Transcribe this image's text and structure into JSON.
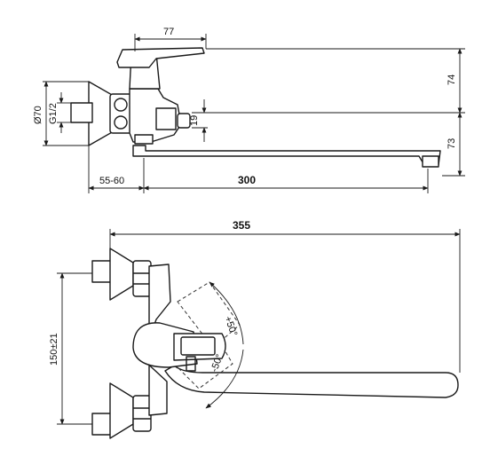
{
  "dimensions": {
    "top_width": "77",
    "height_upper": "74",
    "height_lower": "73",
    "diameter": "Ø70",
    "thread": "G1/2",
    "offset_19": "19",
    "centers_range": "55-60",
    "spout_reach": "300",
    "total_width": "355",
    "center_distance": "150±21",
    "swing_plus": "+50°",
    "swing_minus": "-50°"
  },
  "colors": {
    "line": "#1a1a1a",
    "background": "#ffffff"
  }
}
